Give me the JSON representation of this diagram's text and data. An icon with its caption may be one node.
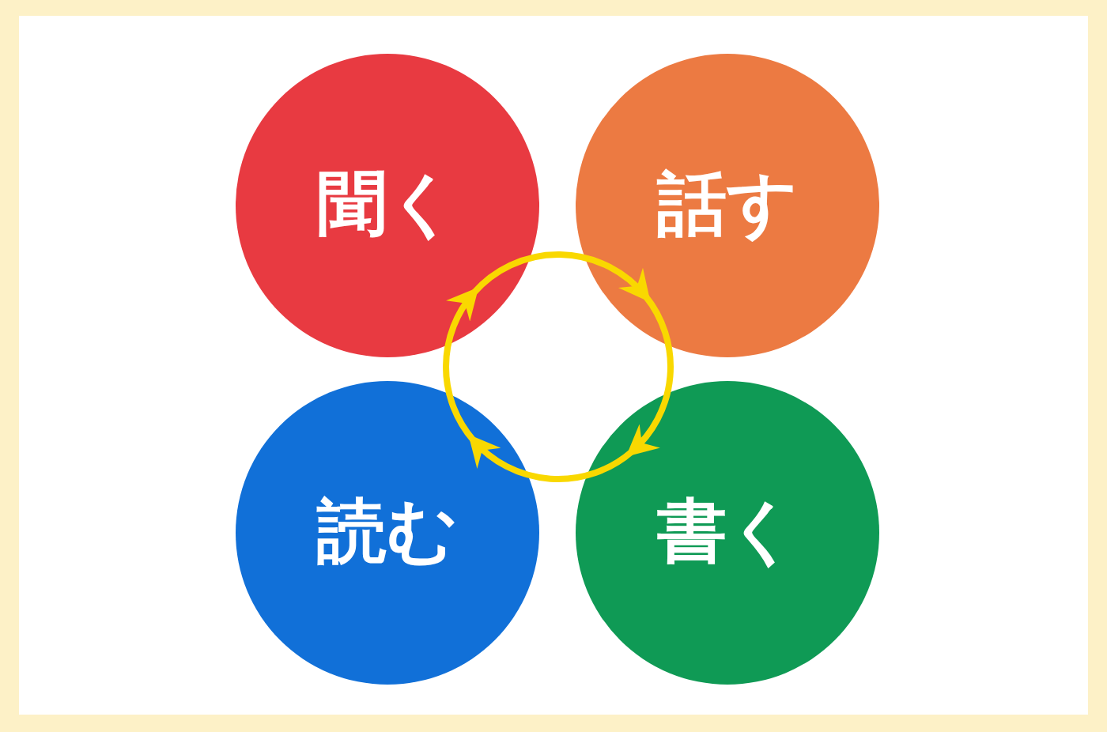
{
  "diagram": {
    "nodes": [
      {
        "text": [
          "聞く"
        ]
      },
      {
        "text": [
          "話す"
        ]
      },
      {
        "text": [
          "読む"
        ]
      },
      {
        "text": [
          "書く"
        ]
      }
    ],
    "edges": [
      {
        "from": 0,
        "to": 1,
        "arrow": "to",
        "color": "#f9d800"
      },
      {
        "from": 1,
        "to": 3,
        "arrow": "to",
        "color": "#f9d800"
      },
      {
        "from": 3,
        "to": 2,
        "arrow": "to",
        "color": "#f9d800"
      },
      {
        "from": 2,
        "to": 0,
        "arrow": "to",
        "color": "#f9d800"
      }
    ]
  }
}
